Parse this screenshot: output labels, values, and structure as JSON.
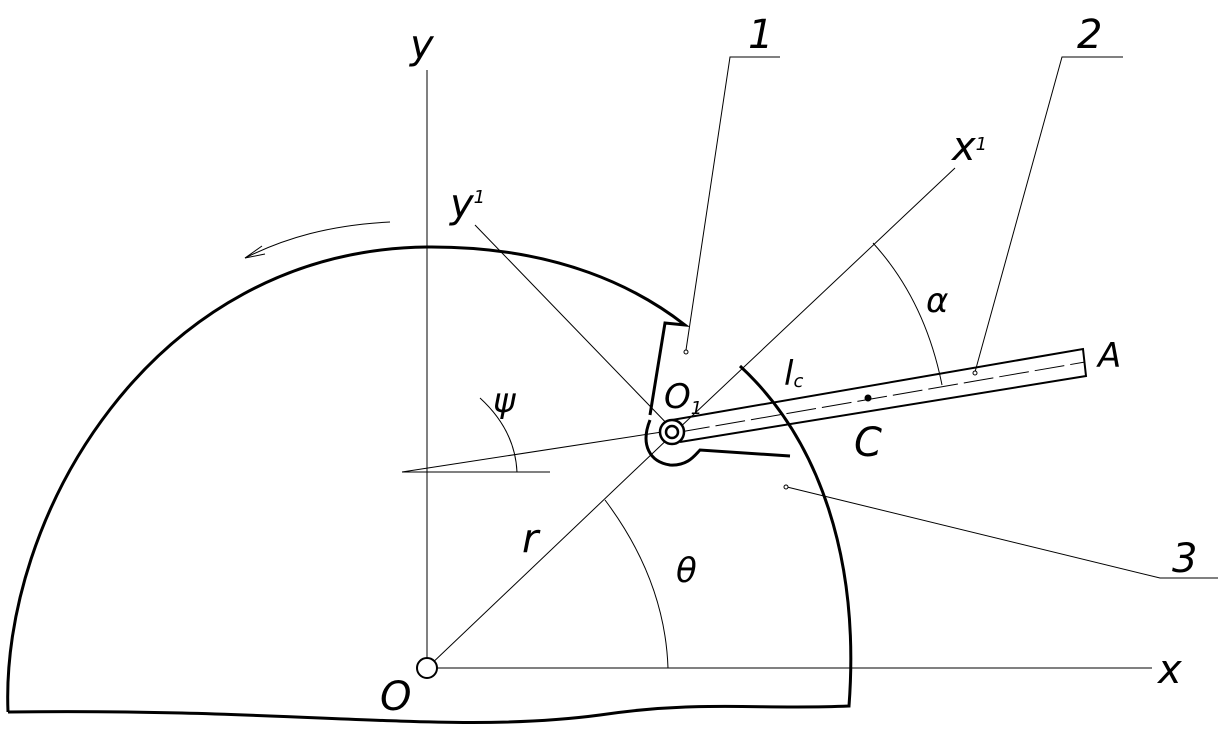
{
  "labels": {
    "y": "y",
    "x": "x",
    "origin": "O",
    "y1": "y",
    "y1_sub": "1",
    "x1": "x",
    "x1_sub": "1",
    "o1": "O",
    "o1_sub": "1",
    "psi": "ψ",
    "alpha": "α",
    "theta": "θ",
    "r": "r",
    "lc": "l",
    "lc_sub": "c",
    "A": "A",
    "C": "C",
    "callout1": "1",
    "callout2": "2",
    "callout3": "3"
  }
}
